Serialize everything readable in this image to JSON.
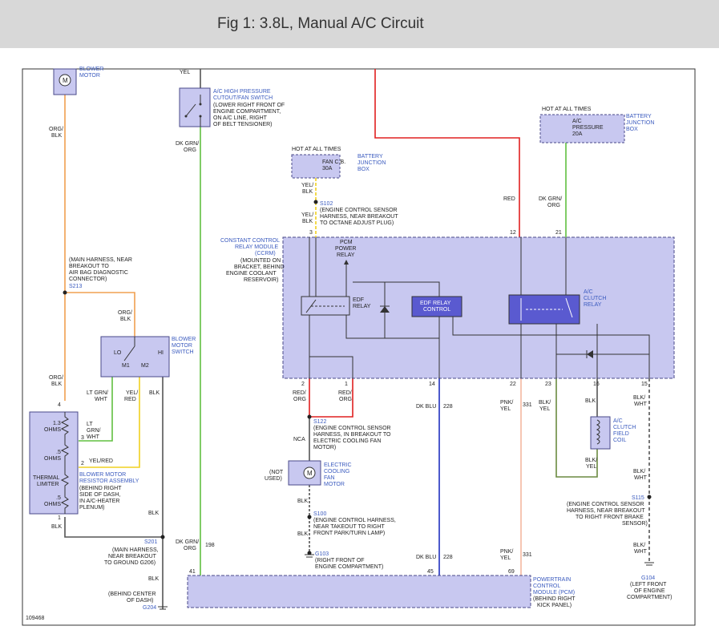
{
  "header": {
    "title": "Fig 1: 3.8L, Manual A/C Circuit"
  },
  "diagram_id": "109468",
  "components": {
    "blower_motor": [
      "BLOWER",
      "MOTOR"
    ],
    "hp_switch": [
      "A/C HIGH PRESSURE",
      "CUTOUT/FAN SWITCH"
    ],
    "hp_switch_loc": [
      "(LOWER RIGHT FRONT OF",
      "ENGINE COMPARTMENT,",
      "ON A/C LINE, RIGHT",
      "OF BELT TENSIONER)"
    ],
    "fan_cb_hot": "HOT AT ALL TIMES",
    "fan_cb": [
      "FAN C.B.",
      "30A"
    ],
    "bjb1": [
      "BATTERY",
      "JUNCTION",
      "BOX"
    ],
    "pressure_hot": "HOT AT ALL TIMES",
    "pressure_fuse": [
      "A/C",
      "PRESSURE",
      "20A"
    ],
    "bjb2": [
      "BATTERY",
      "JUNCTION",
      "BOX"
    ],
    "ccrm": [
      "CONSTANT CONTROL",
      "RELAY MODULE",
      "(CCRM)"
    ],
    "ccrm_loc": [
      "(MOUNTED ON",
      "BRACKET, BEHIND",
      "ENGINE COOLANT",
      "RESERVOIR)"
    ],
    "pcm_power_relay": [
      "PCM",
      "POWER",
      "RELAY"
    ],
    "edf_relay": [
      "EDF",
      "RELAY"
    ],
    "edf_relay_control": [
      "EDF RELAY",
      "CONTROL"
    ],
    "ac_clutch_relay": [
      "A/C",
      "CLUTCH",
      "RELAY"
    ],
    "blower_switch": [
      "BLOWER",
      "MOTOR",
      "SWITCH"
    ],
    "switch_pos": {
      "lo": "LO",
      "m1": "M1",
      "m2": "M2",
      "hi": "HI"
    },
    "resistor_values": [
      "1.3",
      "OHMS",
      ".5",
      "OHMS",
      ".5",
      "OHMS"
    ],
    "thermal_limiter": [
      "THERMAL",
      "LIMITER"
    ],
    "resistor_assy": [
      "BLOWER MOTOR",
      "RESISTOR ASSEMBLY"
    ],
    "resistor_loc": [
      "(BEHIND RIGHT",
      "SIDE OF DASH,",
      "IN A/C-HEATER",
      "PLENUM)"
    ],
    "cooling_fan": [
      "ELECTRIC",
      "COOLING",
      "FAN",
      "MOTOR"
    ],
    "not_used": [
      "(NOT",
      "USED)"
    ],
    "nca": "NCA",
    "clutch_coil": [
      "A/C",
      "CLUTCH",
      "FIELD",
      "COIL"
    ],
    "pcm": [
      "POWERTRAIN",
      "CONTROL",
      "MODULE (PCM)"
    ],
    "pcm_loc": [
      "(BEHIND RIGHT",
      "KICK PANEL)"
    ]
  },
  "splices": {
    "s213": "S213",
    "s213_note": [
      "(MAIN HARNESS, NEAR",
      "BREAKOUT TO",
      "AIR BAG DIAGNOSTIC",
      "CONNECTOR)"
    ],
    "s102": "S102",
    "s102_note": [
      "(ENGINE CONTROL SENSOR",
      "HARNESS, NEAR BREAKOUT",
      "TO OCTANE ADJUST PLUG)"
    ],
    "s122": "S122",
    "s122_note": [
      "(ENGINE CONTROL SENSOR",
      "HARNESS, IN BREAKOUT TO",
      "ELECTRIC COOLING FAN",
      "MOTOR)"
    ],
    "s100": "S100",
    "s100_note": [
      "(ENGINE CONTROL HARNESS,",
      "NEAR TAKEOUT TO RIGHT",
      "FRONT PARK/TURN LAMP)"
    ],
    "s201": "S201",
    "s201_note": [
      "(MAIN HARNESS,",
      "NEAR BREAKOUT",
      "TO GROUND G206)"
    ],
    "s115": "S115",
    "s115_note": [
      "(ENGINE CONTROL SENSOR",
      "HARNESS, NEAR BREAKOUT",
      "TO RIGHT FRONT BRAKE",
      "SENSOR)"
    ]
  },
  "grounds": {
    "g103": "G103",
    "g103_note": [
      "(RIGHT FRONT OF",
      "ENGINE COMPARTMENT)"
    ],
    "g204": "G204",
    "g204_note": [
      "(BEHIND CENTER",
      "OF DASH)"
    ],
    "g104": "G104",
    "g104_note": [
      "(LEFT FRONT",
      "OF ENGINE",
      "COMPARTMENT)"
    ]
  },
  "wires": {
    "yel": "YEL",
    "org_blk": [
      "ORG/",
      "BLK"
    ],
    "dk_grn_org": [
      "DK GRN/",
      "ORG"
    ],
    "yel_blk": [
      "YEL/",
      "BLK"
    ],
    "red": "RED",
    "lt_grn_wht": [
      "LT GRN/",
      "WHT"
    ],
    "lt_grn_wht_3": [
      "LT",
      "GRN/",
      "WHT"
    ],
    "yel_red": [
      "YEL/",
      "RED"
    ],
    "yel_red_inline": "YEL/RED",
    "blk": "BLK",
    "red_org": [
      "RED/",
      "ORG"
    ],
    "dk_blu": "DK BLU",
    "pnk_yel": [
      "PNK/",
      "YEL"
    ],
    "blk_yel": [
      "BLK/",
      "YEL"
    ],
    "blk_wht": [
      "BLK/",
      "WHT"
    ]
  },
  "circuits": {
    "c198": "198",
    "c228": "228",
    "c331": "331"
  },
  "pins": {
    "p3": "3",
    "p12": "12",
    "p21": "21",
    "p2": "2",
    "p1": "1",
    "p14": "14",
    "p22": "22",
    "p23": "23",
    "p16": "16",
    "p15": "15",
    "p4": "4",
    "p3b": "3",
    "p2b": "2",
    "p1b": "1",
    "p41": "41",
    "p45": "45",
    "p69": "69"
  },
  "colors": {
    "component_fill": "#c8c8f0",
    "component_stroke": "#4a4a8a",
    "label_blue": "#3b5bbf",
    "wire_orange": "#f0a050",
    "wire_yellow": "#f0d020",
    "wire_green": "#60c040",
    "wire_red": "#e02020",
    "wire_blue": "#2030c0",
    "wire_pink": "#f4b8a0",
    "wire_black": "#555555"
  }
}
